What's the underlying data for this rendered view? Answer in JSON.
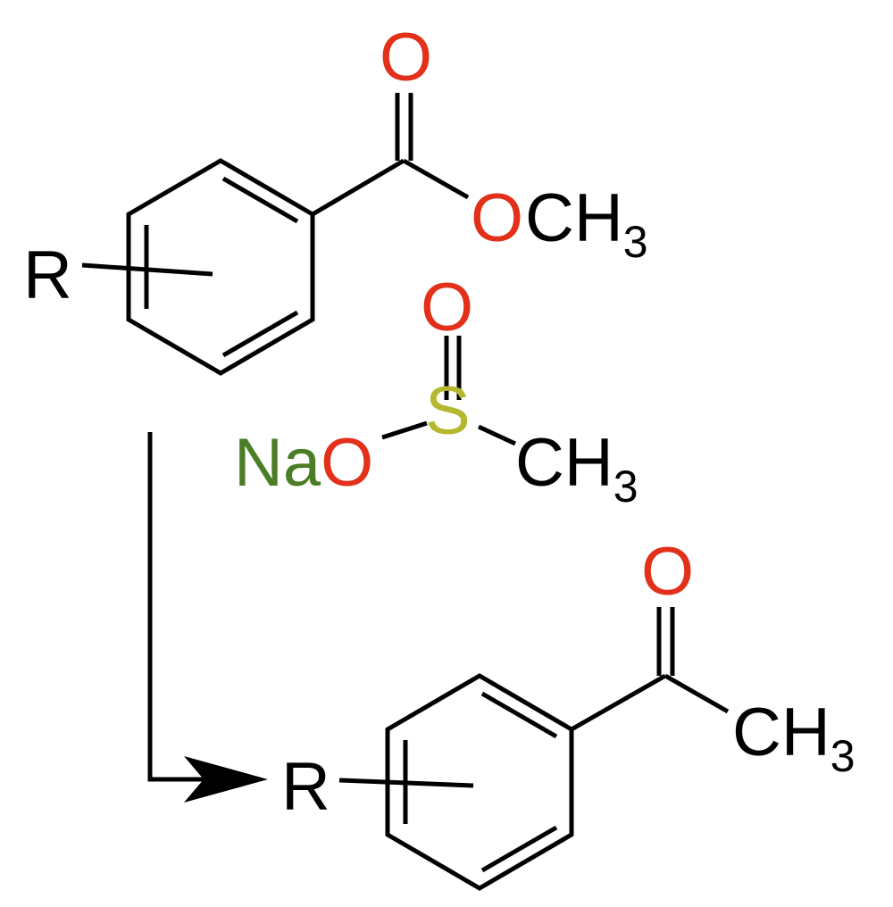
{
  "colors": {
    "carbon": "#000000",
    "oxygen": "#e2301a",
    "sulfur": "#b5b82f",
    "sodium": "#4a7d25",
    "r_group": "#000000"
  },
  "reactant": {
    "r_label": "R",
    "carbonyl_oxygen": "O",
    "ester_oxygen": "O",
    "methyl_c": "C",
    "methyl_h": "H",
    "methyl_sub": "3"
  },
  "reagent": {
    "sulfinyl_oxygen": "O",
    "sulfur": "S",
    "sodium": "Na",
    "oxide_oxygen": "O",
    "methyl_c": "C",
    "methyl_h": "H",
    "methyl_sub": "3"
  },
  "product": {
    "r_label": "R",
    "carbonyl_oxygen": "O",
    "methyl_c": "C",
    "methyl_h": "H",
    "methyl_sub": "3"
  }
}
